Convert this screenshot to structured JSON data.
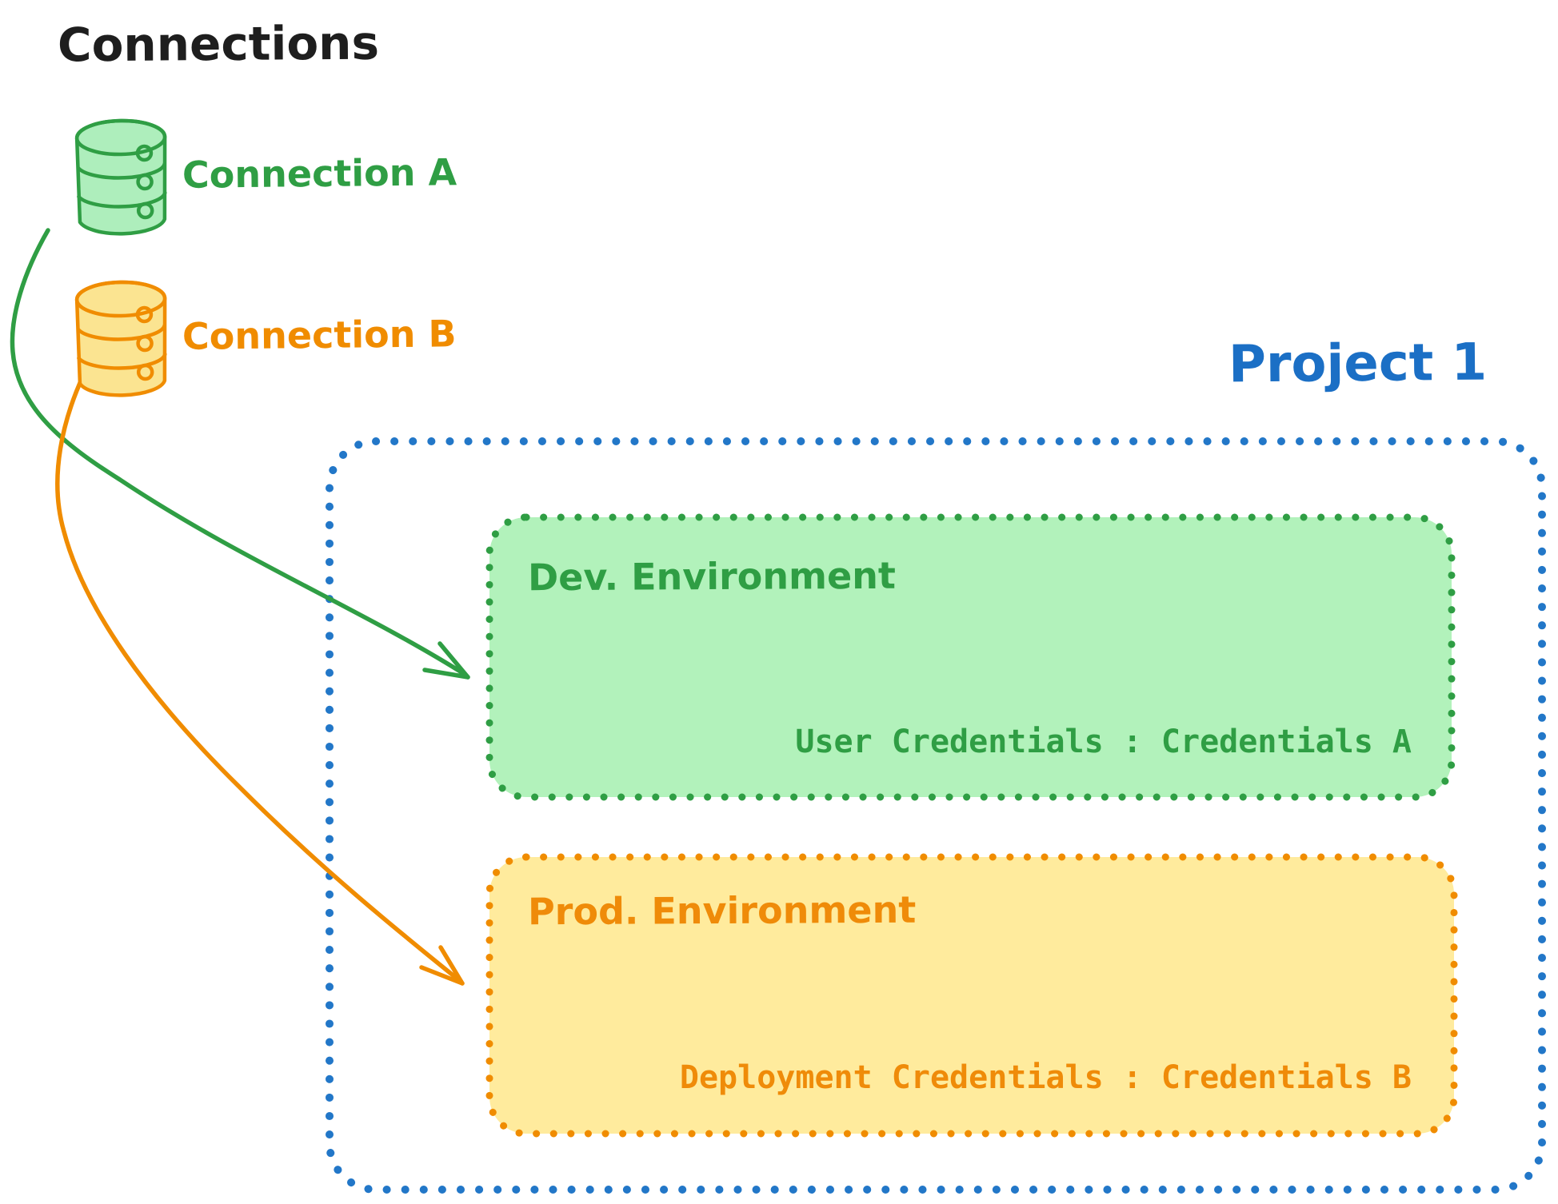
{
  "title": "Connections",
  "connections": [
    {
      "label": "Connection A",
      "color": "#2f9e44",
      "icon": "database-icon"
    },
    {
      "label": "Connection B",
      "color": "#f08c00",
      "icon": "database-icon"
    }
  ],
  "project": {
    "title": "Project 1",
    "border_color": "#2277c8",
    "environments": [
      {
        "name": "Dev. Environment",
        "credentials": "User Credentials : Credentials A",
        "fill": "#b2f2bb",
        "stroke": "#2f9e44"
      },
      {
        "name": "Prod. Environment",
        "credentials": "Deployment Credentials : Credentials B",
        "fill": "#ffeb9d",
        "stroke": "#f08c00"
      }
    ]
  },
  "colors": {
    "title_text": "#1e1e1e",
    "project_blue": "#1b6fc5",
    "green_stroke": "#2f9e44",
    "green_fill": "#b2f2bb",
    "orange_stroke": "#f08c00",
    "orange_fill": "#ffeb9d",
    "db_green_fill": "#aeeebc",
    "db_orange_fill": "#fbe491"
  }
}
